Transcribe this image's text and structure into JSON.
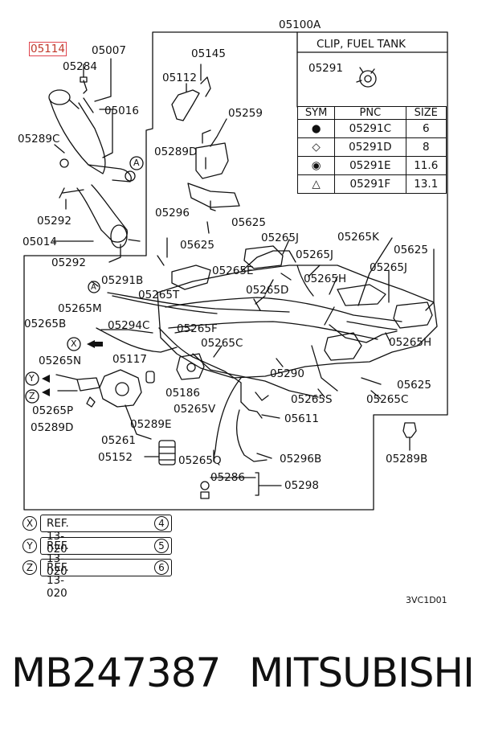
{
  "main_assembly": "05100A",
  "highlighted_part": "05114",
  "labels": [
    {
      "id": "05114",
      "hl": true
    },
    {
      "id": "05007"
    },
    {
      "id": "05284"
    },
    {
      "id": "05016"
    },
    {
      "id": "05289C"
    },
    {
      "id": "05292"
    },
    {
      "id": "05014"
    },
    {
      "id": "05292"
    },
    {
      "id": "05145"
    },
    {
      "id": "05112"
    },
    {
      "id": "05259"
    },
    {
      "id": "05289D"
    },
    {
      "id": "05296"
    },
    {
      "id": "05625"
    },
    {
      "id": "05625"
    },
    {
      "id": "05265J"
    },
    {
      "id": "05265K"
    },
    {
      "id": "05265J"
    },
    {
      "id": "05625"
    },
    {
      "id": "05265J"
    },
    {
      "id": "05265E"
    },
    {
      "id": "05291B"
    },
    {
      "id": "05265D"
    },
    {
      "id": "05265H"
    },
    {
      "id": "05265T"
    },
    {
      "id": "05265M"
    },
    {
      "id": "05265B"
    },
    {
      "id": "05294C"
    },
    {
      "id": "05265F"
    },
    {
      "id": "05265C"
    },
    {
      "id": "05265H"
    },
    {
      "id": "05265N"
    },
    {
      "id": "05117"
    },
    {
      "id": "05290"
    },
    {
      "id": "05625"
    },
    {
      "id": "05186"
    },
    {
      "id": "05265S"
    },
    {
      "id": "05265C"
    },
    {
      "id": "05265P"
    },
    {
      "id": "05265V"
    },
    {
      "id": "05611"
    },
    {
      "id": "05289D"
    },
    {
      "id": "05289E"
    },
    {
      "id": "05261"
    },
    {
      "id": "05296B"
    },
    {
      "id": "05152"
    },
    {
      "id": "05265Q"
    },
    {
      "id": "05286"
    },
    {
      "id": "05298"
    },
    {
      "id": "05289B"
    },
    {
      "id": "05291"
    }
  ],
  "callout_letters": [
    "A",
    "A",
    "X",
    "Y",
    "Z"
  ],
  "legend": {
    "title": "CLIP, FUEL TANK",
    "sample_pnc": "05291",
    "headers": [
      "SYM",
      "PNC",
      "SIZE"
    ],
    "rows": [
      {
        "sym": "●",
        "pnc": "05291C",
        "size": "6"
      },
      {
        "sym": "◇",
        "pnc": "05291D",
        "size": "8"
      },
      {
        "sym": "◉",
        "pnc": "05291E",
        "size": "11.6"
      },
      {
        "sym": "△",
        "pnc": "05291F",
        "size": "13.1"
      }
    ]
  },
  "references": [
    {
      "letter": "X",
      "text": "REF. 13-020",
      "num": "4"
    },
    {
      "letter": "Y",
      "text": "REF. 13-020",
      "num": "5"
    },
    {
      "letter": "Z",
      "text": "REF. 13-020",
      "num": "6"
    }
  ],
  "diagram_code": "3VC1D01",
  "footer": {
    "part_number": "MB247387",
    "brand": "MITSUBISHI"
  }
}
